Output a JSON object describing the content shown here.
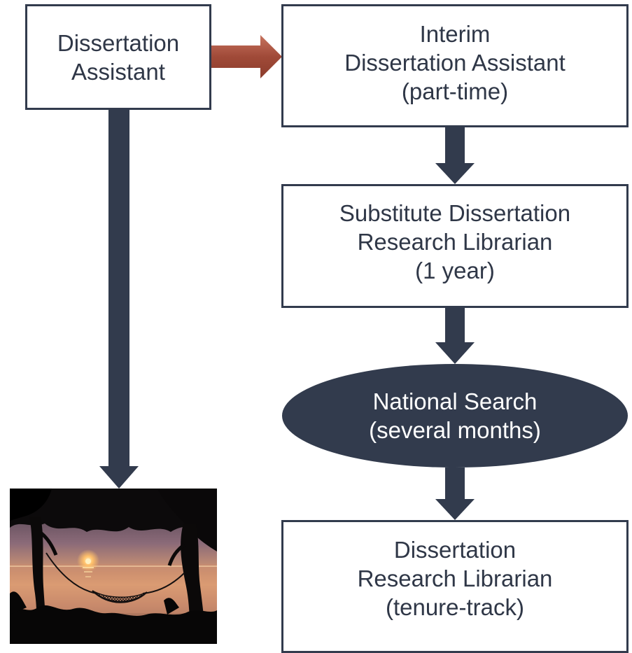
{
  "nodes": {
    "dissertation_assistant": {
      "lines": [
        "Dissertation",
        "Assistant"
      ]
    },
    "interim": {
      "lines": [
        "Interim",
        "Dissertation Assistant",
        "(part-time)"
      ]
    },
    "substitute": {
      "lines": [
        "Substitute Dissertation",
        "Research Librarian",
        "(1 year)"
      ]
    },
    "national_search": {
      "lines": [
        "National Search",
        "(several months)"
      ]
    },
    "final": {
      "lines": [
        "Dissertation",
        "Research Librarian",
        "(tenure-track)"
      ]
    }
  },
  "colors": {
    "dark_navy": "#323b4d",
    "text": "#2f3747",
    "arrow_red_brown": "#a04a38",
    "arrow_red_brown_light": "#c7735e"
  },
  "image": {
    "icon": "hammock-sunset-photo"
  }
}
